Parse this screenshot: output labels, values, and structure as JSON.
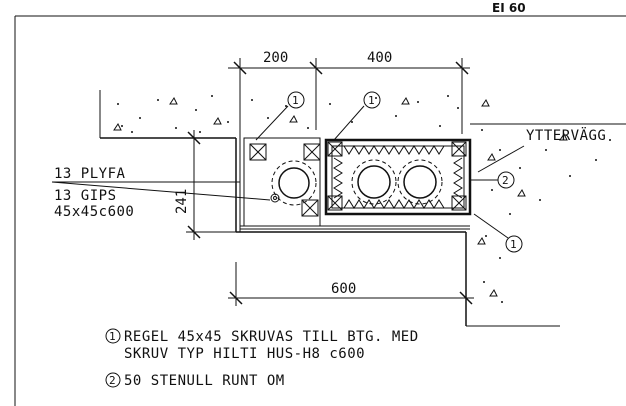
{
  "title_block": {
    "rating": "EI 60"
  },
  "dimensions": {
    "top_left": "200",
    "top_right": "400",
    "vertical": "241",
    "bottom": "600"
  },
  "labels": {
    "wall_name": "YTTERVÄGG",
    "layer_1": "13 PLYFA",
    "layer_2": "13 GIPS",
    "layer_3": "45x45c600"
  },
  "callouts": [
    "1",
    "1",
    "2",
    "1"
  ],
  "notes": [
    {
      "number": "1",
      "line1": "REGEL 45x45 SKRUVAS TILL BTG. MED",
      "line2": "SKRUV TYP HILTI HUS-H8 c600"
    },
    {
      "number": "2",
      "line1": "50 STENULL RUNT OM"
    }
  ],
  "colors": {
    "line": "#111111",
    "background": "#ffffff"
  }
}
